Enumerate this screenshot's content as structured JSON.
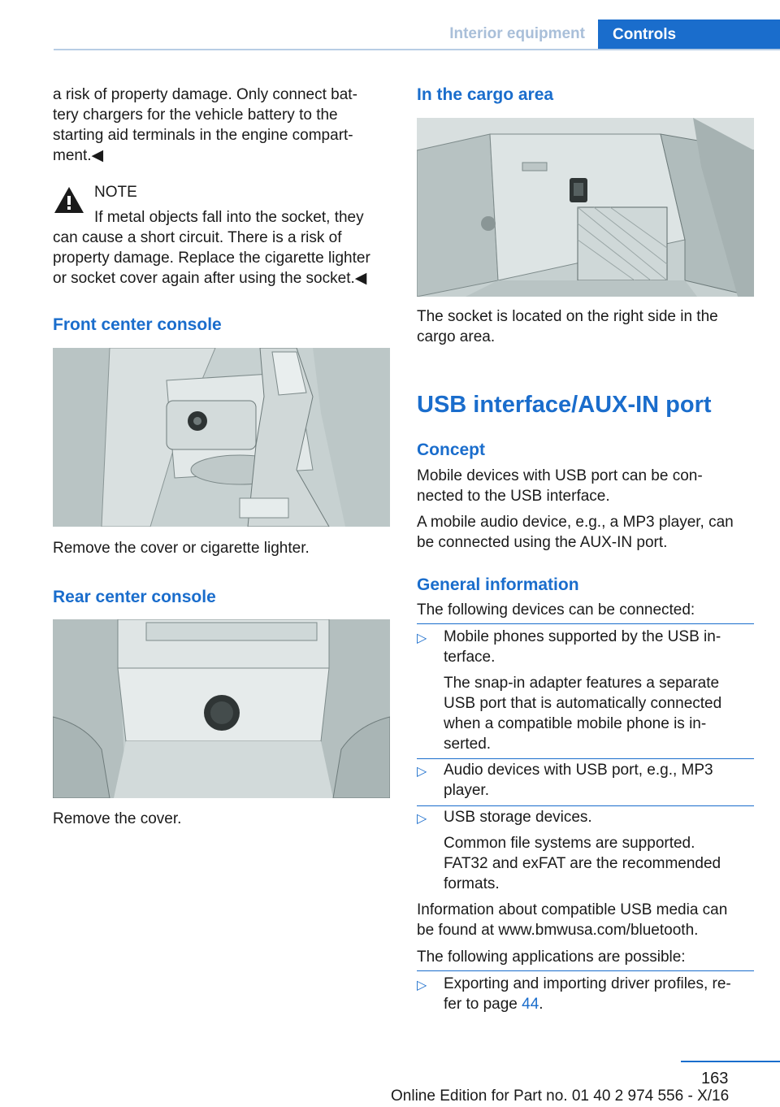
{
  "header": {
    "section": "Interior equipment",
    "tab": "Controls"
  },
  "left": {
    "intro_lines": [
      "a risk of property damage. Only connect bat-",
      "tery chargers for the vehicle battery to the",
      "starting aid terminals in the engine compart-",
      "ment.◀"
    ],
    "note_title": "NOTE",
    "note_lines": [
      "If metal objects fall into the socket, they",
      "can cause a short circuit. There is a risk of",
      "property damage. Replace the cigarette lighter",
      "or socket cover again after using the socket.◀"
    ],
    "front_heading": "Front center console",
    "front_caption": "Remove the cover or cigarette lighter.",
    "rear_heading": "Rear center console",
    "rear_caption": "Remove the cover."
  },
  "right": {
    "cargo_heading": "In the cargo area",
    "cargo_caption_lines": [
      "The socket is located on the right side in the",
      "cargo area."
    ],
    "usb_heading": "USB interface/AUX-IN port",
    "concept_heading": "Concept",
    "concept_lines": [
      "Mobile devices with USB port can be con-",
      "nected to the USB interface.",
      "A mobile audio device, e.g., a MP3 player, can",
      "be connected using the AUX-IN port."
    ],
    "general_heading": "General information",
    "general_intro": "The following devices can be connected:",
    "bullets": [
      {
        "lines": [
          "Mobile phones supported by the USB in-",
          "terface."
        ],
        "sub": [
          "The snap-in adapter features a separate",
          "USB port that is automatically connected",
          "when a compatible mobile phone is in-",
          "serted."
        ]
      },
      {
        "lines": [
          "Audio devices with USB port, e.g., MP3",
          "player."
        ],
        "sub": []
      },
      {
        "lines": [
          "USB storage devices."
        ],
        "sub": [
          "Common file systems are supported.",
          "FAT32 and exFAT are the recommended",
          "formats."
        ]
      }
    ],
    "info_lines": [
      "Information about compatible USB media can",
      "be found at www.bmwusa.com/bluetooth."
    ],
    "apps_intro": "The following applications are possible:",
    "app_bullet_line1": "Exporting and importing driver profiles, re-",
    "app_bullet_line2_prefix": "fer to page ",
    "app_bullet_page": "44",
    "app_bullet_suffix": "."
  },
  "footer": {
    "page_number": "163",
    "online": "Online Edition for Part no. 01 40 2 974 556 - X/16"
  },
  "bullet_glyph": "▷",
  "colors": {
    "accent": "#1a6dcc",
    "header_text": "#a9bfd9"
  }
}
